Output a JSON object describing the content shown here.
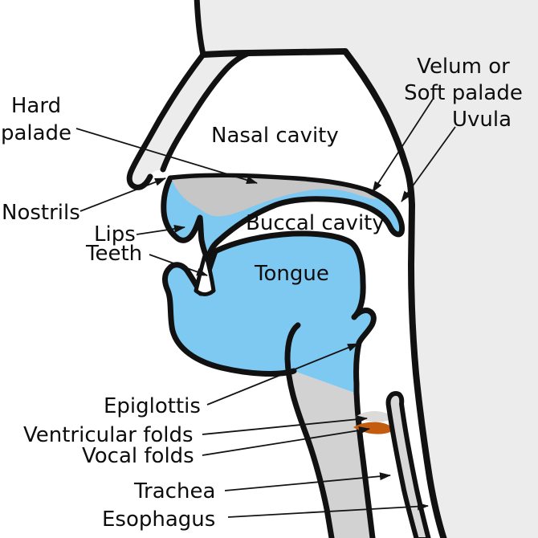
{
  "diagram": {
    "description": "Sagittal anatomical diagram of the human vocal tract with labeled parts"
  },
  "labels": {
    "hard_palate": {
      "line1": "Hard",
      "line2": "palade"
    },
    "nostrils": "Nostrils",
    "lips": "Lips",
    "teeth": "Teeth",
    "nasal_cavity": "Nasal cavity",
    "buccal_cavity": "Buccal cavity",
    "tongue": "Tongue",
    "velum": {
      "line1": "Velum or",
      "line2": "Soft palade"
    },
    "uvula": "Uvula",
    "epiglottis": "Epiglottis",
    "ventricular_folds": "Ventricular folds",
    "vocal_folds": "Vocal folds",
    "trachea": "Trachea",
    "esophagus": "Esophagus"
  },
  "colors": {
    "background": "#ffffff",
    "head_fill": "#ececec",
    "palate_gray": "#c6c6c6",
    "tube_gray": "#d2d2d2",
    "esophagus_gray": "#d8d8d8",
    "tissue_blue": "#7ec9f2",
    "ventricular_fold_gray": "#dbdbd9",
    "vocal_fold_orange": "#c45c10",
    "outline_black": "#111111",
    "text_black": "#0d0d0d"
  }
}
